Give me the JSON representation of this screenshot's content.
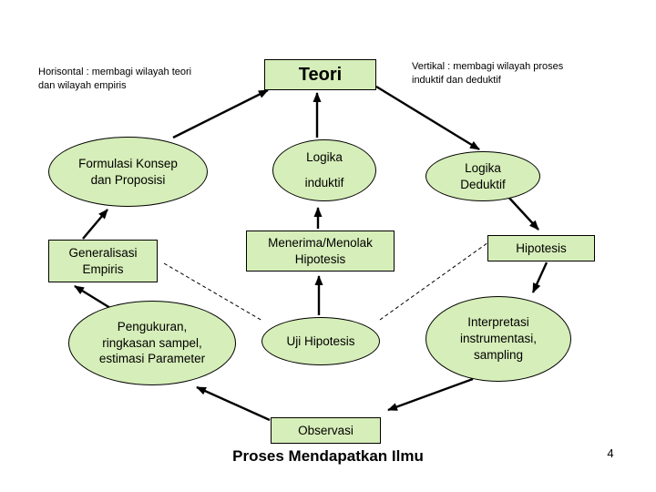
{
  "slide": {
    "captions": {
      "left": "Horisontal : membagi wilayah teori\ndan wilayah empiris",
      "right": "Vertikal : membagi wilayah proses\ninduktif dan deduktif"
    },
    "title": "Proses Mendapatkan Ilmu",
    "page_number": "4",
    "colors": {
      "node_fill": "#d6eeb9",
      "node_border": "#000000",
      "text": "#000000",
      "background": "#ffffff"
    },
    "nodes": {
      "teori": "Teori",
      "formulasi": "Formulasi Konsep\ndan Proposisi",
      "logika_induktif": "Logika\ninduktif",
      "logika_deduktif": "Logika\nDeduktif",
      "generalisasi": "Generalisasi\nEmpiris",
      "menerima": "Menerima/Menolak\nHipotesis",
      "hipotesis": "Hipotesis",
      "pengukuran": "Pengukuran,\nringkasan sampel,\nestimasi Parameter",
      "uji_hipotesis": "Uji Hipotesis",
      "interpretasi": "Interpretasi\ninstrumentasi,\nsampling",
      "observasi": "Observasi"
    }
  }
}
